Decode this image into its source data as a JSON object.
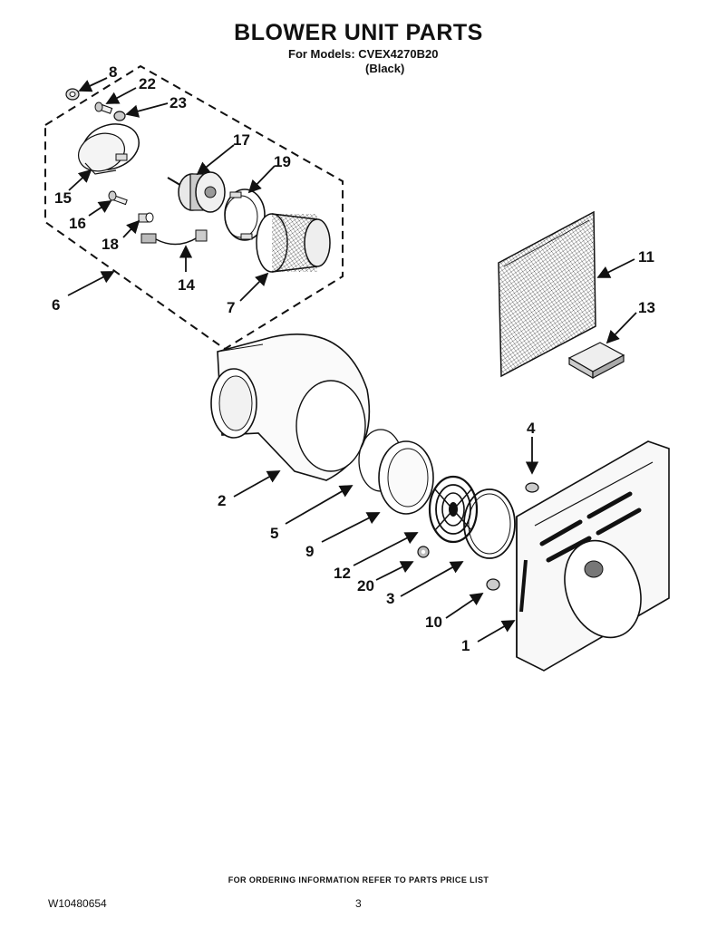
{
  "header": {
    "title": "BLOWER UNIT PARTS",
    "models_line": "For Models: CVEX4270B20",
    "color_line": "(Black)"
  },
  "callouts": {
    "c8": "8",
    "c22": "22",
    "c23": "23",
    "c17": "17",
    "c19": "19",
    "c15": "15",
    "c16": "16",
    "c18": "18",
    "c14": "14",
    "c7": "7",
    "c6": "6",
    "c11": "11",
    "c13": "13",
    "c4": "4",
    "c2": "2",
    "c5": "5",
    "c9": "9",
    "c12": "12",
    "c20": "20",
    "c3": "3",
    "c10": "10",
    "c1": "1"
  },
  "footer": {
    "ordering_note": "FOR ORDERING INFORMATION REFER TO PARTS PRICE LIST",
    "doc_number": "W10480654",
    "page_number": "3"
  }
}
